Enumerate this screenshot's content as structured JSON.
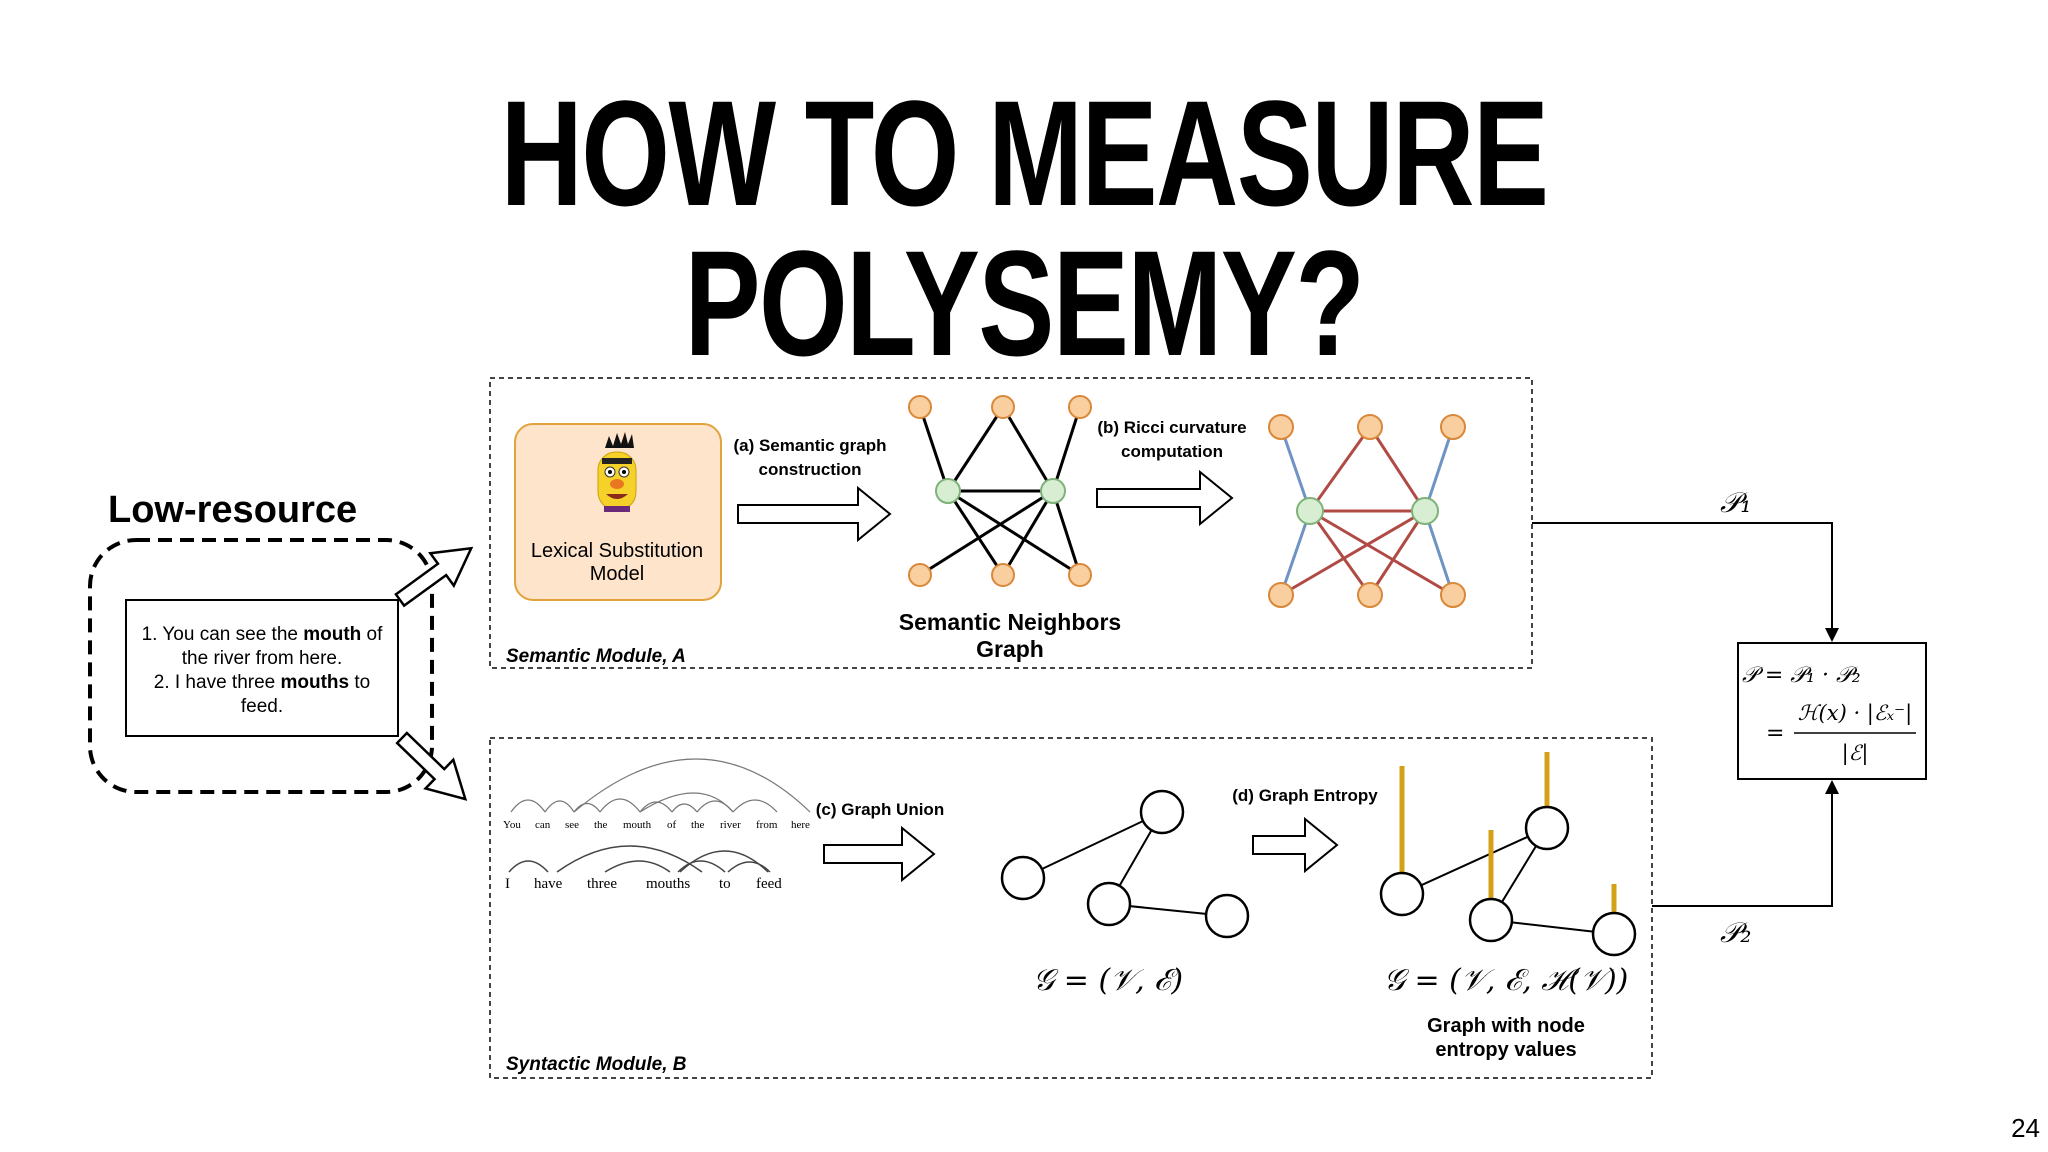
{
  "slide": {
    "title": "HOW TO MEASURE POLYSEMY?",
    "page_number": "24"
  },
  "input": {
    "heading": "Low-resource",
    "sentence1": {
      "prefix": "1. You can see the ",
      "keyword": "mouth",
      "suffix": " of",
      "line2": "the river from here."
    },
    "sentence2": {
      "prefix": "2. I have three ",
      "keyword": "mouths",
      "suffix": " to",
      "line2": "feed."
    }
  },
  "semantic_module": {
    "label": "Semantic Module, A",
    "model_line1": "Lexical Substitution",
    "model_line2": "Model",
    "step_a_line1": "(a) Semantic graph",
    "step_a_line2": "construction",
    "step_b_line1": "(b) Ricci curvature",
    "step_b_line2": "computation",
    "graph_line1": "Semantic Neighbors",
    "graph_line2": "Graph"
  },
  "syntactic_module": {
    "label": "Syntactic Module, B",
    "sentence1_tokens": [
      "You",
      "can",
      "see",
      "the",
      "mouth",
      "of",
      "the",
      "river",
      "from",
      "here"
    ],
    "sentence2_tokens": [
      "I",
      "have",
      "three",
      "mouths",
      "to",
      "feed"
    ],
    "step_c": "(c) Graph Union",
    "step_d": "(d) Graph Entropy",
    "graph_formula": "𝒢 = (𝒱, ℰ)",
    "entropy_formula": "𝒢 = (𝒱, ℰ, ℋ(𝒱))",
    "entropy_line1": "Graph with node",
    "entropy_line2": "entropy values"
  },
  "output": {
    "p1": "𝒫₁",
    "p2": "𝒫₂",
    "formula_line1": "𝒫 = 𝒫₁ · 𝒫₂",
    "formula_numerator": "ℋ(x) · |ℰₓ⁻|",
    "formula_equals": "=",
    "formula_denominator": "|ℰ|"
  },
  "colors": {
    "orange_node": "#f9cf9f",
    "orange_stroke": "#d9883a",
    "green_node": "#d8eed2",
    "green_stroke": "#7fb27a",
    "model_fill": "#fde4cb",
    "model_stroke": "#e2a23c",
    "positive_edge": "#b04a45",
    "negative_edge": "#6e93c4",
    "entropy_bar": "#d4a017"
  }
}
